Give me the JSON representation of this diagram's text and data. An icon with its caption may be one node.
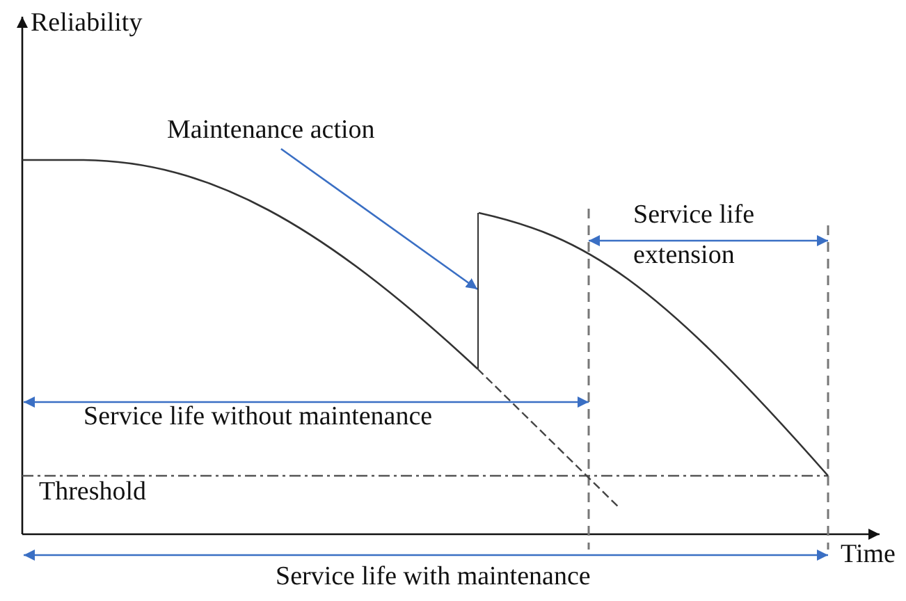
{
  "diagram": {
    "nodes": [
      {
        "text": [
          "Maintenance action"
        ]
      },
      {
        "text": [],
        "shape": "bar"
      }
    ],
    "edges": [
      {
        "from": 0,
        "to": 1,
        "arrow": "to"
      }
    ],
    "labels": [
      "Reliability",
      "Service life extension",
      "Service life without maintenance",
      "Threshold",
      "Time",
      "Service life with maintenance"
    ]
  }
}
